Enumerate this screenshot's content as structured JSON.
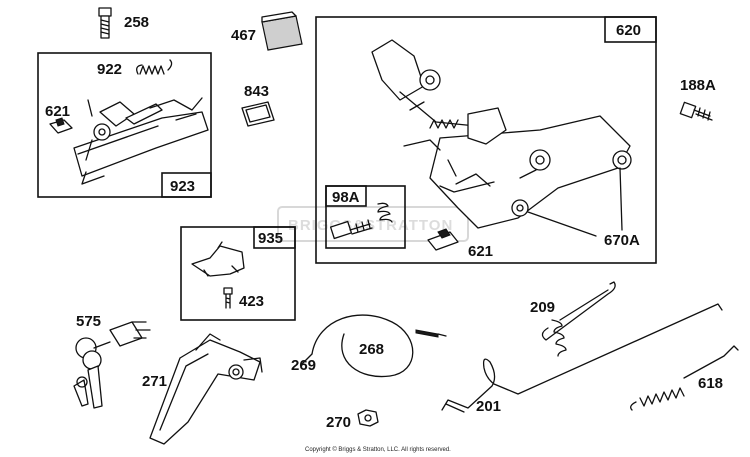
{
  "copyright": "Copyright © Briggs & Stratton, LLC. All rights reserved.",
  "watermark": "BRIGGS&STRATTON",
  "labels": {
    "p258": "258",
    "p467": "467",
    "p620": "620",
    "p922": "922",
    "p621a": "621",
    "p843": "843",
    "p188A": "188A",
    "p923": "923",
    "p98A": "98A",
    "p621b": "621",
    "p670A": "670A",
    "p935": "935",
    "p423": "423",
    "p575": "575",
    "p209": "209",
    "p268": "268",
    "p269": "269",
    "p271": "271",
    "p618": "618",
    "p201": "201",
    "p270": "270"
  }
}
